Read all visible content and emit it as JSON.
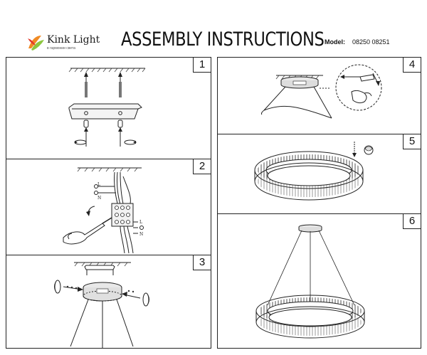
{
  "brand": {
    "name": "Kink Light",
    "tagline": "в гармонии света",
    "colors": {
      "orange": "#f08a24",
      "green": "#8cc63f",
      "red": "#e2372a"
    }
  },
  "header": {
    "title": "ASSEMBLY INSTRUCTIONS",
    "model_label": "Model:",
    "model_value": "08250 08251"
  },
  "steps": [
    {
      "number": "1",
      "wire_labels": []
    },
    {
      "number": "2",
      "wire_labels": [
        "L",
        "N",
        "L",
        "N"
      ]
    },
    {
      "number": "3",
      "wire_labels": []
    },
    {
      "number": "4",
      "wire_labels": []
    },
    {
      "number": "5",
      "wire_labels": []
    },
    {
      "number": "6",
      "wire_labels": []
    }
  ]
}
